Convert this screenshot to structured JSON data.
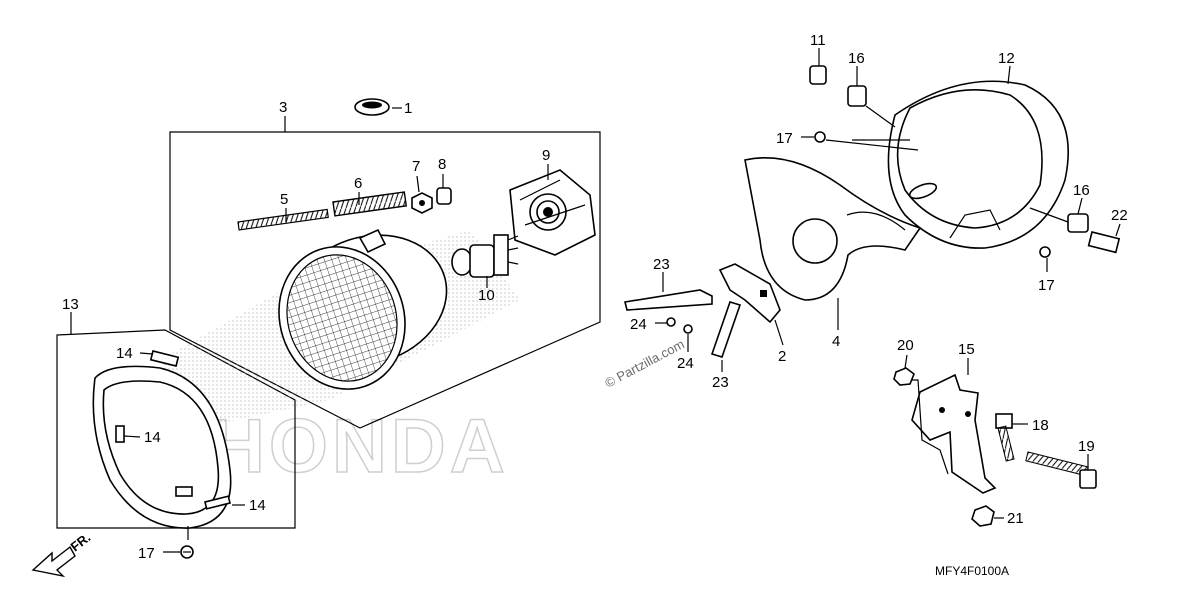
{
  "diagram": {
    "code": "MFY4F0100A",
    "watermark": "© Partzilla.com",
    "brand": "HONDA",
    "direction": "FR.",
    "callouts": [
      {
        "id": "c1",
        "text": "1"
      },
      {
        "id": "c2",
        "text": "2"
      },
      {
        "id": "c3",
        "text": "3"
      },
      {
        "id": "c4",
        "text": "4"
      },
      {
        "id": "c5",
        "text": "5"
      },
      {
        "id": "c6",
        "text": "6"
      },
      {
        "id": "c7",
        "text": "7"
      },
      {
        "id": "c8",
        "text": "8"
      },
      {
        "id": "c9",
        "text": "9"
      },
      {
        "id": "c10",
        "text": "10"
      },
      {
        "id": "c11",
        "text": "11"
      },
      {
        "id": "c12",
        "text": "12"
      },
      {
        "id": "c13",
        "text": "13"
      },
      {
        "id": "c14a",
        "text": "14"
      },
      {
        "id": "c14b",
        "text": "14"
      },
      {
        "id": "c14c",
        "text": "14"
      },
      {
        "id": "c15",
        "text": "15"
      },
      {
        "id": "c16a",
        "text": "16"
      },
      {
        "id": "c16b",
        "text": "16"
      },
      {
        "id": "c17a",
        "text": "17"
      },
      {
        "id": "c17b",
        "text": "17"
      },
      {
        "id": "c17c",
        "text": "17"
      },
      {
        "id": "c18",
        "text": "18"
      },
      {
        "id": "c19",
        "text": "19"
      },
      {
        "id": "c20",
        "text": "20"
      },
      {
        "id": "c21",
        "text": "21"
      },
      {
        "id": "c22",
        "text": "22"
      },
      {
        "id": "c23a",
        "text": "23"
      },
      {
        "id": "c23b",
        "text": "23"
      },
      {
        "id": "c24a",
        "text": "24"
      },
      {
        "id": "c24b",
        "text": "24"
      }
    ]
  }
}
